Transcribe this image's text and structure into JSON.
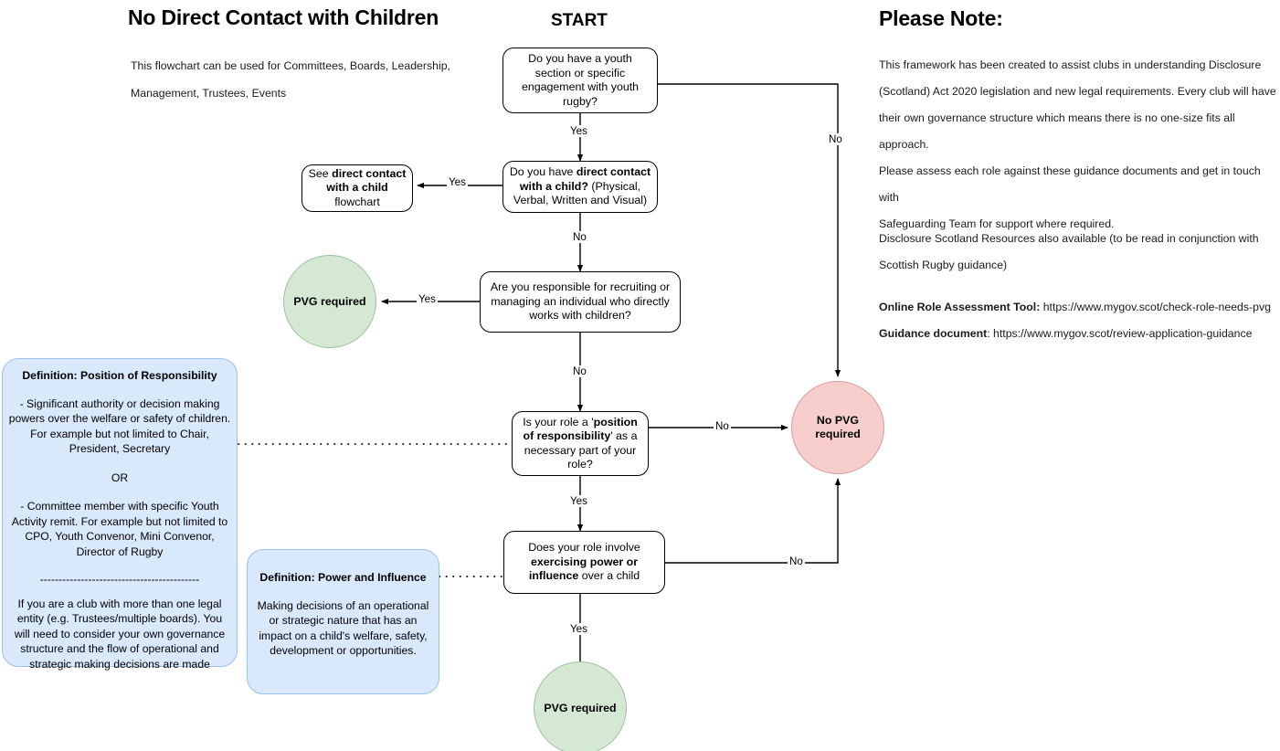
{
  "page": {
    "title": "No Direct Contact with Children",
    "start_label": "START",
    "note_heading": "Please Note:"
  },
  "intro": {
    "line1": "This flowchart can be used for Committees, Boards, Leadership,",
    "line2": "Management, Trustees, Events"
  },
  "note": {
    "paragraph_lines": [
      "This framework has been created to assist clubs in understanding Disclosure",
      "(Scotland) Act 2020 legislation and new legal requirements. Every club will have",
      "their own governance structure which means there is no one-size fits all approach.",
      "Please assess each role against these guidance documents and get in touch with",
      "Safeguarding Team for support where required."
    ],
    "resources_lines": [
      "Disclosure Scotland Resources also available (to be read in conjunction with",
      "Scottish Rugby guidance)"
    ],
    "links": [
      {
        "label": "Online Role Assessment Tool:",
        "url": "https://www.mygov.scot/check-role-needs-pvg"
      },
      {
        "label": "Guidance document",
        "url": ": https://www.mygov.scot/review-application-guidance"
      }
    ]
  },
  "flow": {
    "nodes": [
      {
        "id": "youth-section",
        "text_parts": [
          {
            "t": "Do you have a youth section or specific engagement with youth rugby?",
            "bold": false
          }
        ]
      },
      {
        "id": "direct-contact",
        "text_parts": [
          {
            "t": "Do you have ",
            "bold": false
          },
          {
            "t": "direct contact with a child?",
            "bold": true
          },
          {
            "t": " (Physical, Verbal, Written and Visual)",
            "bold": false
          }
        ]
      },
      {
        "id": "see-direct-contact-flowchart",
        "text_parts": [
          {
            "t": "See ",
            "bold": false
          },
          {
            "t": "direct contact with a child",
            "bold": true
          },
          {
            "t": " flowchart",
            "bold": false
          }
        ]
      },
      {
        "id": "recruiting-managing",
        "text_parts": [
          {
            "t": "Are you responsible for recruiting or managing an individual who directly works with children?",
            "bold": false
          }
        ]
      },
      {
        "id": "position-of-responsibility",
        "text_parts": [
          {
            "t": "Is your role a '",
            "bold": false
          },
          {
            "t": "position of responsibility",
            "bold": true
          },
          {
            "t": "' as a necessary part of your role?",
            "bold": false
          }
        ]
      },
      {
        "id": "power-or-influence",
        "text_parts": [
          {
            "t": "Does your role involve ",
            "bold": false
          },
          {
            "t": "exercising power or influence",
            "bold": true
          },
          {
            "t": " over a child",
            "bold": false
          }
        ]
      }
    ],
    "terminators": [
      {
        "id": "pvg-required-top",
        "label": "PVG required",
        "color": "#d5e8d4"
      },
      {
        "id": "no-pvg-required",
        "label": "No PVG required",
        "color": "#f8cecc"
      },
      {
        "id": "pvg-required-bottom",
        "label": "PVG required",
        "color": "#d5e8d4"
      }
    ],
    "edge_labels": {
      "youth_no": "No",
      "youth_yes": "Yes",
      "direct_contact_yes": "Yes",
      "direct_contact_no": "No",
      "recruiting_yes": "Yes",
      "recruiting_no": "No",
      "responsibility_no": "No",
      "responsibility_yes": "Yes",
      "power_no": "No",
      "power_yes": "Yes"
    }
  },
  "definitions": {
    "position": {
      "title": "Definition: Position of Responsibility",
      "para1": "- Significant authority or decision making powers over the welfare or safety of children. For example but not limited to Chair, President, Secretary",
      "or": "OR",
      "para2": "- Committee member with specific Youth Activity remit. For example but not limited to CPO, Youth Convenor, Mini Convenor, Director of Rugby",
      "rule": "-------------------------------------------",
      "para3": "If you are a club with more than one legal entity (e.g. Trustees/multiple boards). You will need to consider your own governance structure and the flow of operational and strategic making decisions are made"
    },
    "power": {
      "title": "Definition: Power and Influence",
      "para1": "Making decisions of an operational or strategic nature that has an impact on a child's welfare, safety, development or opportunities."
    }
  },
  "colors": {
    "green_fill": "#d5e8d4",
    "green_stroke": "#9bc29a",
    "pink_fill": "#f8cecc",
    "pink_stroke": "#d79b97",
    "blue_fill": "#dae8fc",
    "blue_stroke": "#9cc0e8",
    "line": "#000000"
  }
}
